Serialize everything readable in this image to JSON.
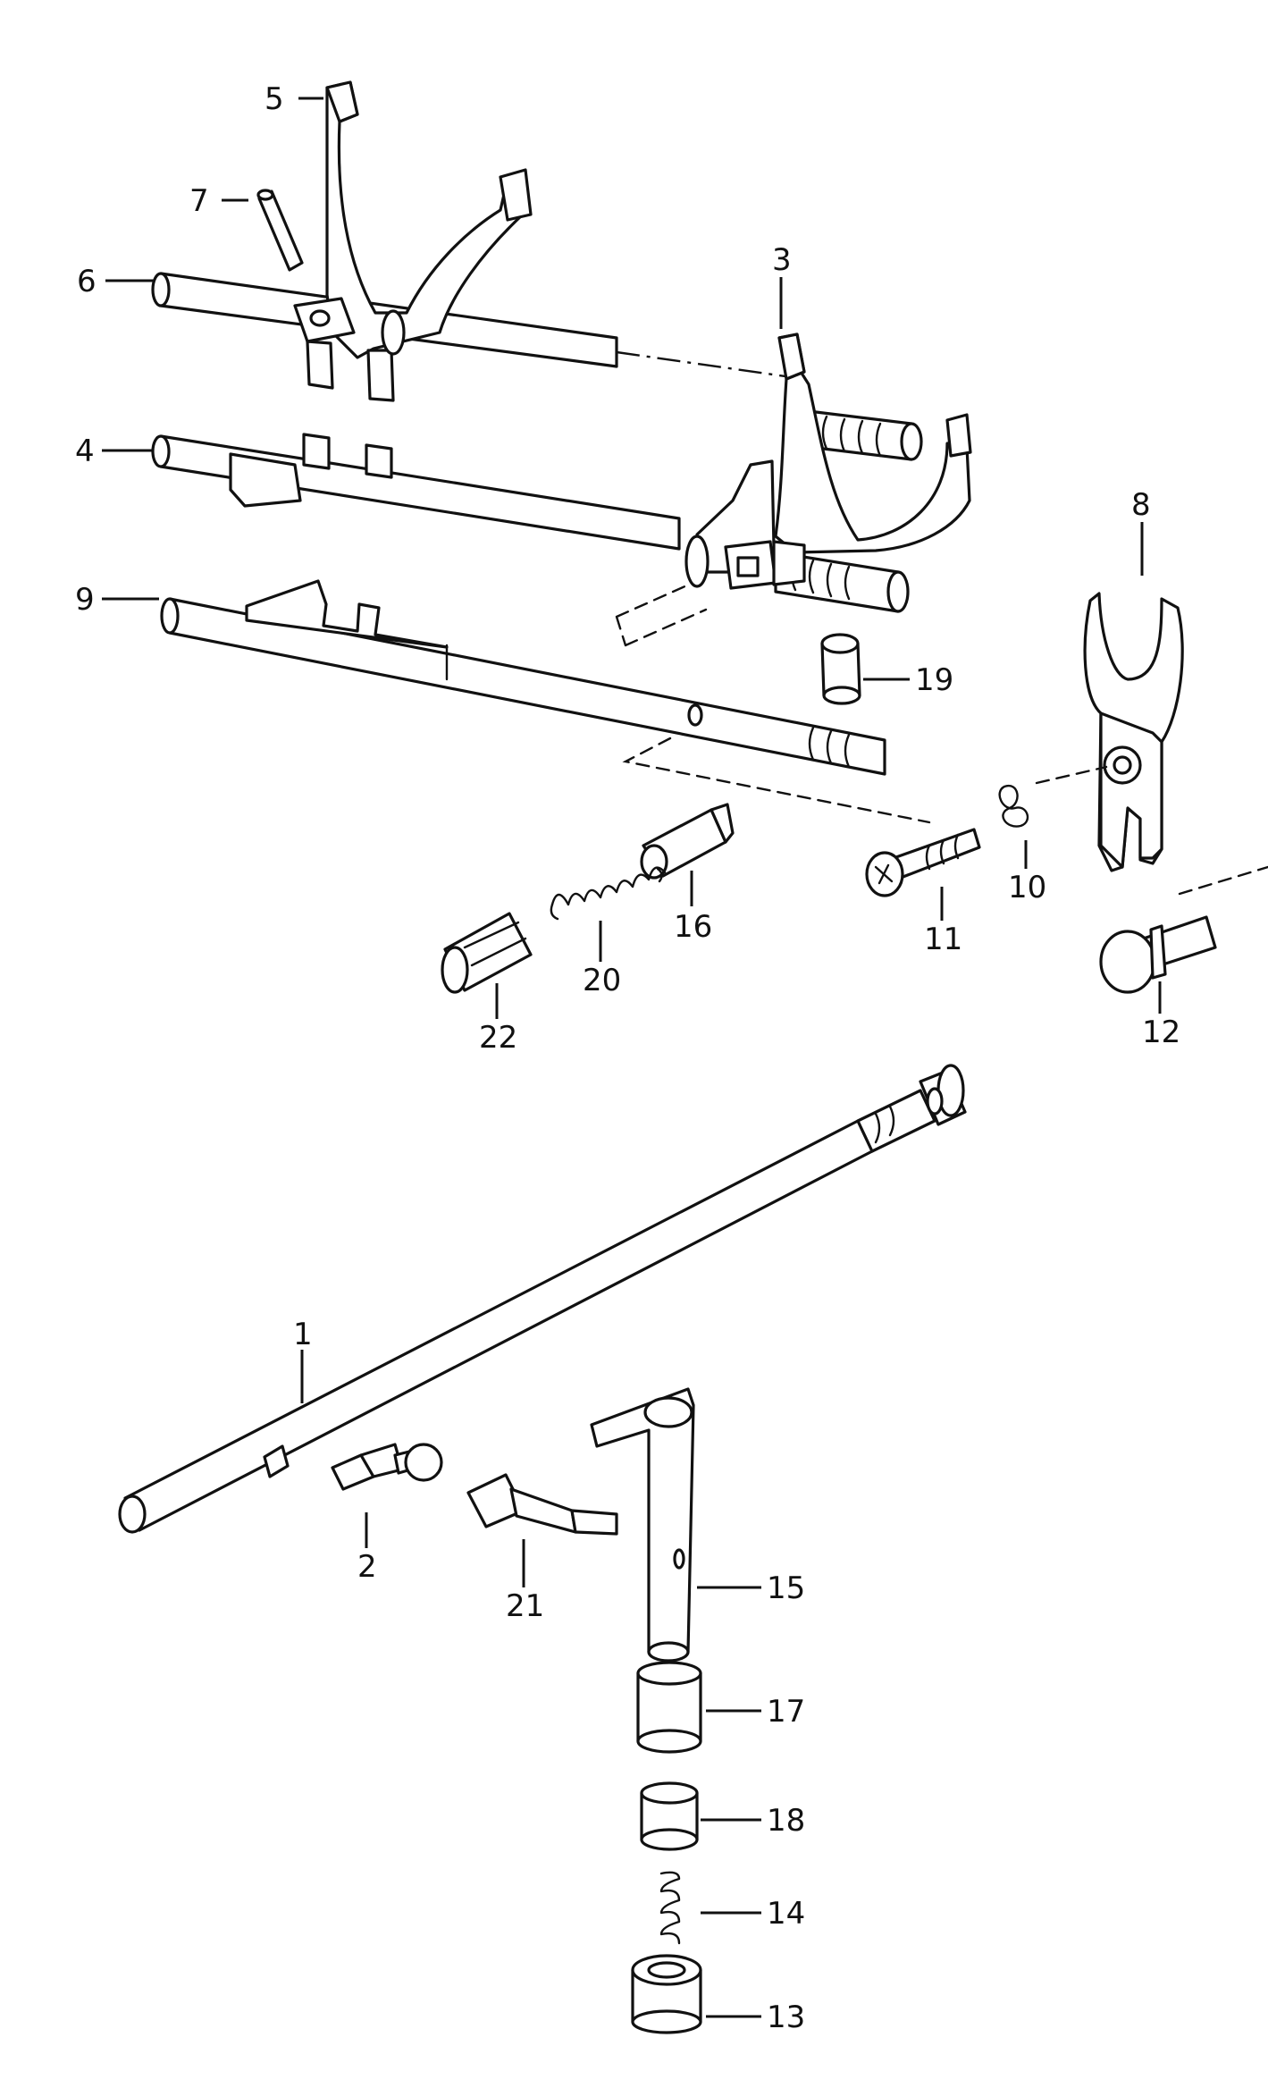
{
  "diagram": {
    "callouts": [
      {
        "id": "c1",
        "text": "1"
      },
      {
        "id": "c2",
        "text": "2"
      },
      {
        "id": "c3",
        "text": "3"
      },
      {
        "id": "c4",
        "text": "4"
      },
      {
        "id": "c5",
        "text": "5"
      },
      {
        "id": "c6",
        "text": "6"
      },
      {
        "id": "c7",
        "text": "7"
      },
      {
        "id": "c8",
        "text": "8"
      },
      {
        "id": "c9",
        "text": "9"
      },
      {
        "id": "c10",
        "text": "10"
      },
      {
        "id": "c11",
        "text": "11"
      },
      {
        "id": "c12",
        "text": "12"
      },
      {
        "id": "c13",
        "text": "13"
      },
      {
        "id": "c14",
        "text": "14"
      },
      {
        "id": "c15",
        "text": "15"
      },
      {
        "id": "c16",
        "text": "16"
      },
      {
        "id": "c17",
        "text": "17"
      },
      {
        "id": "c18",
        "text": "18"
      },
      {
        "id": "c19",
        "text": "19"
      },
      {
        "id": "c20",
        "text": "20"
      },
      {
        "id": "c21",
        "text": "21"
      },
      {
        "id": "c22",
        "text": "22"
      }
    ]
  }
}
